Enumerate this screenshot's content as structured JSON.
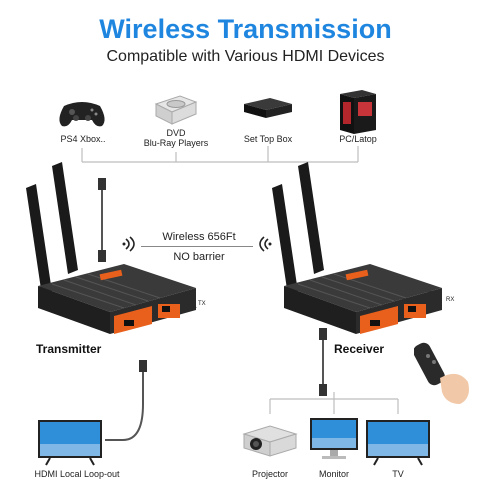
{
  "header": {
    "title": "Wireless Transmission",
    "subtitle": "Compatible with Various HDMI Devices"
  },
  "sources": [
    {
      "label": "PS4 Xbox.."
    },
    {
      "label": "DVD\nBlu-Ray Players"
    },
    {
      "label": "Set Top Box"
    },
    {
      "label": "PC/Latop"
    }
  ],
  "link": {
    "line1": "Wireless 656Ft",
    "line2": "NO barrier"
  },
  "transmitter": {
    "label": "Transmitter",
    "port_tag": "TX"
  },
  "receiver": {
    "label": "Receiver",
    "port_tag": "RX"
  },
  "loopout": {
    "label": "HDMI Local Loop-out"
  },
  "outputs": [
    {
      "label": "Projector"
    },
    {
      "label": "Monitor"
    },
    {
      "label": "TV"
    }
  ],
  "colors": {
    "title_blue": "#1f86e0",
    "box_body": "#2b2b2b",
    "accent_orange": "#e8601c",
    "line_gray": "#bdbdbd",
    "screen_blue": "#2f8fd8"
  }
}
